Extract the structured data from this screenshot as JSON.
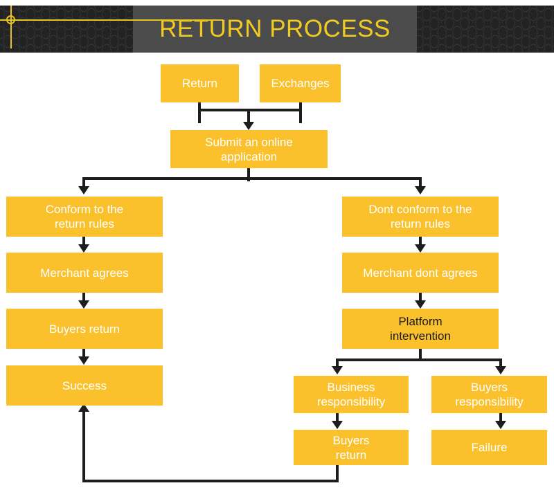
{
  "header": {
    "title": "RETURN PROCESS",
    "background_color": "#232323",
    "plate_color": "#4b4b4b",
    "title_color": "#f2cb22",
    "marker_color": "#e9c31d"
  },
  "theme": {
    "node_fill": "#fac12d",
    "node_text_light": "#ffffff",
    "node_text_dark": "#1b1b1b",
    "connector_color": "#1d1d1d",
    "page_background": "#ffffff"
  },
  "flow": {
    "nodes": [
      {
        "id": "return",
        "label": "Return",
        "text_color": "light"
      },
      {
        "id": "exchanges",
        "label": "Exchanges",
        "text_color": "light"
      },
      {
        "id": "submit",
        "label": "Submit an online\napplication",
        "text_color": "light"
      },
      {
        "id": "conform",
        "label": "Conform to the\nreturn rules",
        "text_color": "light"
      },
      {
        "id": "merchant-agrees",
        "label": "Merchant agrees",
        "text_color": "light"
      },
      {
        "id": "buyers-return-left",
        "label": "Buyers return",
        "text_color": "light"
      },
      {
        "id": "success",
        "label": "Success",
        "text_color": "light"
      },
      {
        "id": "dont-conform",
        "label": "Dont conform to the\nreturn rules",
        "text_color": "light"
      },
      {
        "id": "merchant-dont-agrees",
        "label": "Merchant dont agrees",
        "text_color": "light"
      },
      {
        "id": "platform",
        "label": "Platform\nintervention",
        "text_color": "dark"
      },
      {
        "id": "business-resp",
        "label": "Business\nresponsibility",
        "text_color": "light"
      },
      {
        "id": "buyers-resp",
        "label": "Buyers\nresponsibility",
        "text_color": "light"
      },
      {
        "id": "buyers-return-right",
        "label": "Buyers\nreturn",
        "text_color": "light"
      },
      {
        "id": "failure",
        "label": "Failure",
        "text_color": "light"
      }
    ],
    "edges": [
      {
        "from": "return",
        "to": "submit"
      },
      {
        "from": "exchanges",
        "to": "submit"
      },
      {
        "from": "submit",
        "to": "conform"
      },
      {
        "from": "submit",
        "to": "dont-conform"
      },
      {
        "from": "conform",
        "to": "merchant-agrees"
      },
      {
        "from": "merchant-agrees",
        "to": "buyers-return-left"
      },
      {
        "from": "buyers-return-left",
        "to": "success"
      },
      {
        "from": "dont-conform",
        "to": "merchant-dont-agrees"
      },
      {
        "from": "merchant-dont-agrees",
        "to": "platform"
      },
      {
        "from": "platform",
        "to": "business-resp"
      },
      {
        "from": "platform",
        "to": "buyers-resp"
      },
      {
        "from": "business-resp",
        "to": "buyers-return-right"
      },
      {
        "from": "buyers-resp",
        "to": "failure"
      },
      {
        "from": "buyers-return-right",
        "to": "success"
      }
    ]
  }
}
